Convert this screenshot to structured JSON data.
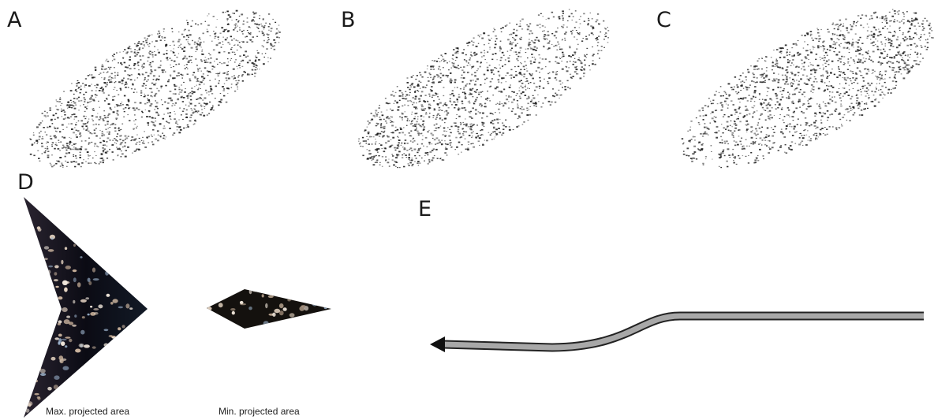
{
  "panels": {
    "A": {
      "label": "A"
    },
    "B": {
      "label": "B"
    },
    "C": {
      "label": "C"
    },
    "D": {
      "label": "D",
      "max_caption": "Max. projected area",
      "min_caption": "Min. projected area"
    },
    "E": {
      "label": "E"
    }
  },
  "colors": {
    "dot": "#1a1a1a",
    "fish_body": "#0b0b14",
    "path_fill": "#a8a8a8",
    "path_stroke": "#222222"
  }
}
